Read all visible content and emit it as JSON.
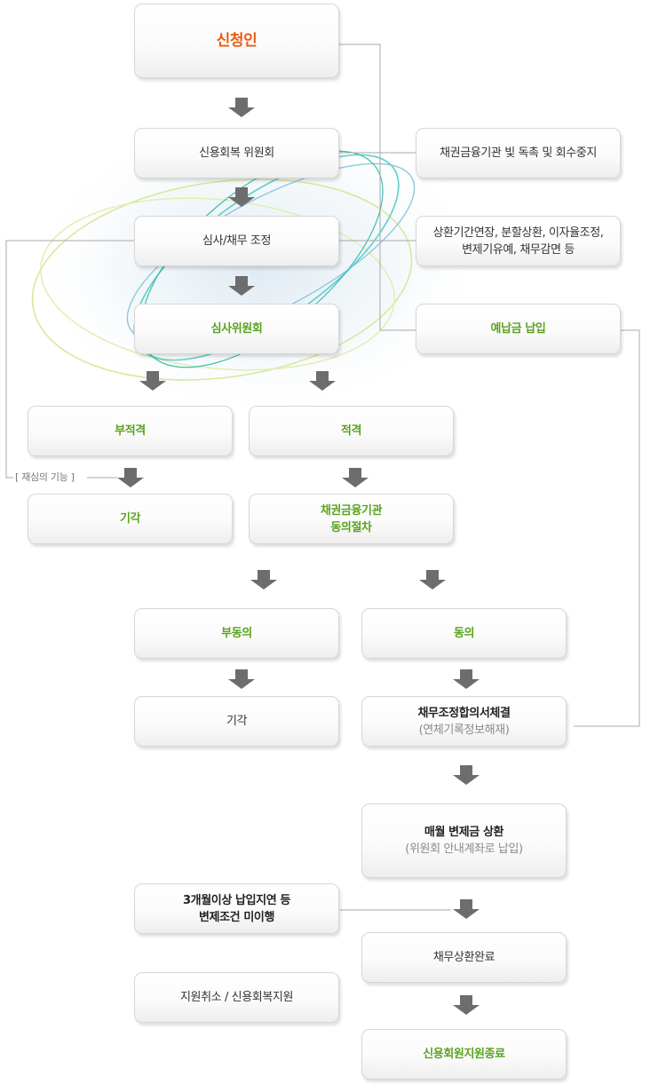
{
  "nodes": {
    "applicant": "신청인",
    "committee": "신용회복 위원회",
    "review": "심사/채무 조정",
    "review_committee": "심사위원회",
    "ineligible": "부적격",
    "eligible": "적격",
    "rejected_1": "기각",
    "creditor_consent_line1": "채권금융기관",
    "creditor_consent_line2": "동의절차",
    "disagree": "부동의",
    "agree": "동의",
    "rejected_2": "기각",
    "agreement_line1": "채무조정합의서체결",
    "agreement_line2": "(연체기록정보해재)",
    "monthly_line1": "매월 변제금 상환",
    "monthly_line2": "(위원회 안내계좌로 납입)",
    "default_line1": "3개월이상 납입지연 등",
    "default_line2": "변제조건 미이행",
    "cancel": "지원취소 / 신용회복지원",
    "repaid": "채무상환완료",
    "end": "신용회원지원종료",
    "side_stop": "채권금융기관 빛 독촉 및 회수중지",
    "side_adjust_line1": "상환기간연장, 분할상환, 이자율조정,",
    "side_adjust_line2": "변제기유예, 채무감면 등",
    "side_prepay": "예납금 납입",
    "reexam_tag": "[ 재심의 기능 ]"
  },
  "colors": {
    "accent_green": "#5aa31f",
    "accent_orange": "#e85b12",
    "arrow_gray": "#6d6d6d",
    "connector_gray": "#a8a8a8"
  }
}
